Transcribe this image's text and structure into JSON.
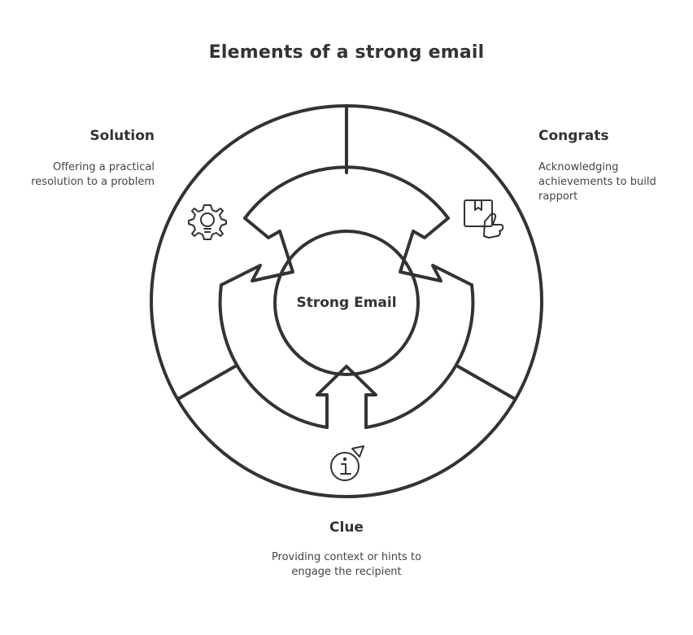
{
  "title": "Elements of a strong email",
  "center": {
    "label": "Strong Email"
  },
  "segments": [
    {
      "heading": "Solution",
      "description": "Offering a practical resolution to a problem",
      "icon": "lightbulb-gear-icon"
    },
    {
      "heading": "Congrats",
      "description": "Acknowledging achievements to build rapport",
      "icon": "package-hand-icon"
    },
    {
      "heading": "Clue",
      "description": "Providing context or hints to engage the recipient",
      "icon": "info-pointer-icon"
    }
  ],
  "colors": {
    "stroke": "#333333",
    "text": "#333333",
    "background": "#ffffff"
  }
}
